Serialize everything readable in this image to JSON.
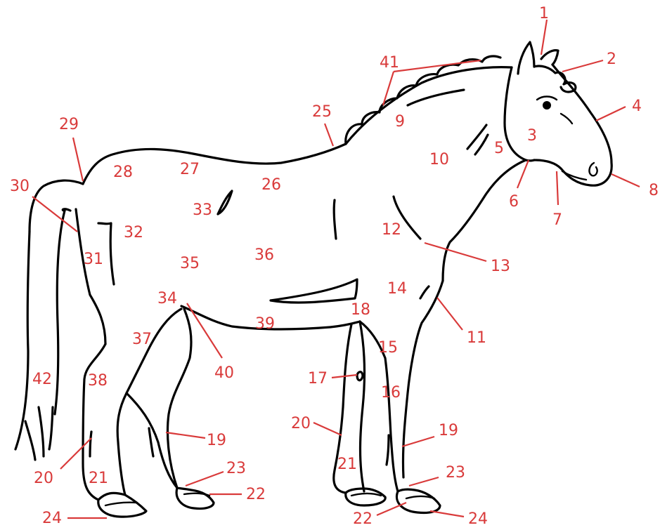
{
  "diagram": {
    "colors": {
      "outline": "#000000",
      "label": "#d93a3a",
      "background": "#ffffff"
    },
    "labels": [
      "1",
      "2",
      "3",
      "4",
      "5",
      "6",
      "7",
      "8",
      "9",
      "10",
      "11",
      "12",
      "13",
      "14",
      "15",
      "16",
      "17",
      "18",
      "19",
      "20",
      "21",
      "22",
      "23",
      "24",
      "25",
      "26",
      "27",
      "28",
      "29",
      "30",
      "31",
      "32",
      "33",
      "34",
      "35",
      "36",
      "37",
      "38",
      "39",
      "40",
      "41",
      "42"
    ]
  }
}
